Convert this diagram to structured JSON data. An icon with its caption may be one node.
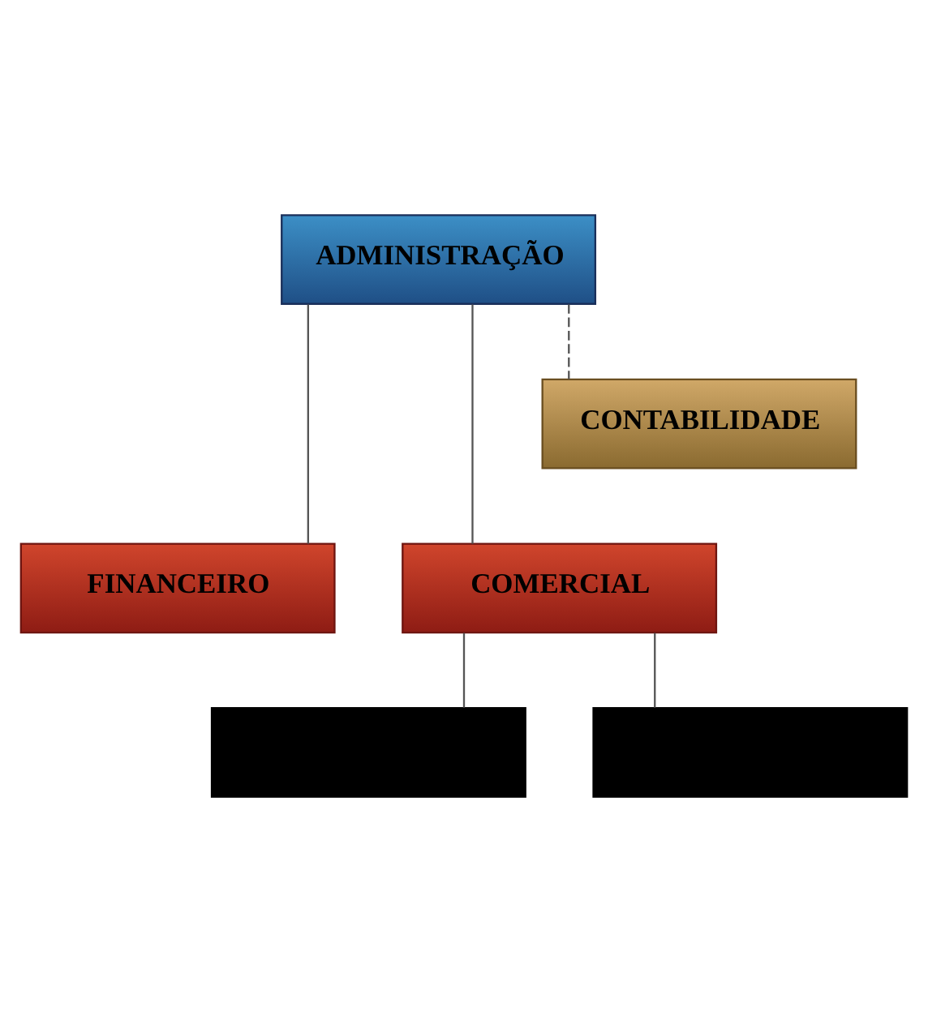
{
  "diagram": {
    "nodes": [
      {
        "text": [
          "ADMINISTRAÇÃO"
        ]
      },
      {
        "text": [
          "CONTABILIDADE"
        ]
      },
      {
        "text": [
          "FINANCEIRO"
        ]
      },
      {
        "text": [
          "COMERCIAL"
        ]
      },
      {
        "text": [],
        "shape": "box"
      },
      {
        "text": [],
        "shape": "box"
      }
    ],
    "edges": [
      {
        "from": 0,
        "to": 1,
        "arrow": "none",
        "style": "dashed"
      },
      {
        "from": 0,
        "to": 2,
        "arrow": "none"
      },
      {
        "from": 0,
        "to": 3,
        "arrow": "none"
      },
      {
        "from": 3,
        "to": 4,
        "arrow": "none"
      },
      {
        "from": 3,
        "to": 5,
        "arrow": "none"
      }
    ]
  }
}
